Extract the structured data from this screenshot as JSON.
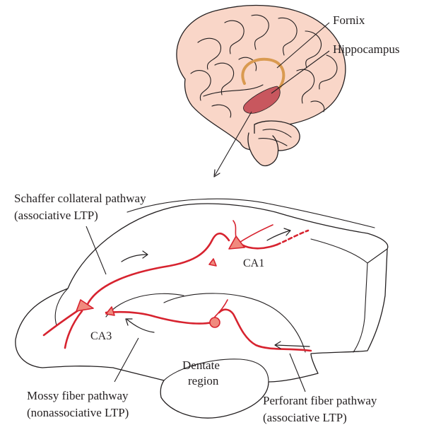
{
  "labels": {
    "fornix": "Fornix",
    "hippocampus": "Hippocampus",
    "schaffer_line1": "Schaffer collateral pathway",
    "schaffer_line2": "(associative LTP)",
    "ca1": "CA1",
    "ca3": "CA3",
    "dentate_line1": "Dentate",
    "dentate_line2": "region",
    "mossy_line1": "Mossy fiber pathway",
    "mossy_line2": "(nonassociative LTP)",
    "perforant_line1": "Perforant fiber pathway",
    "perforant_line2": "(associative LTP)"
  },
  "colors": {
    "brain_fill": "#f9d6c8",
    "hippocampus_fill": "#c8575e",
    "fornix_stroke": "#d99a50",
    "pathway_red": "#d7232f",
    "soma_fill": "#f08a7e",
    "ink": "#231f20"
  }
}
